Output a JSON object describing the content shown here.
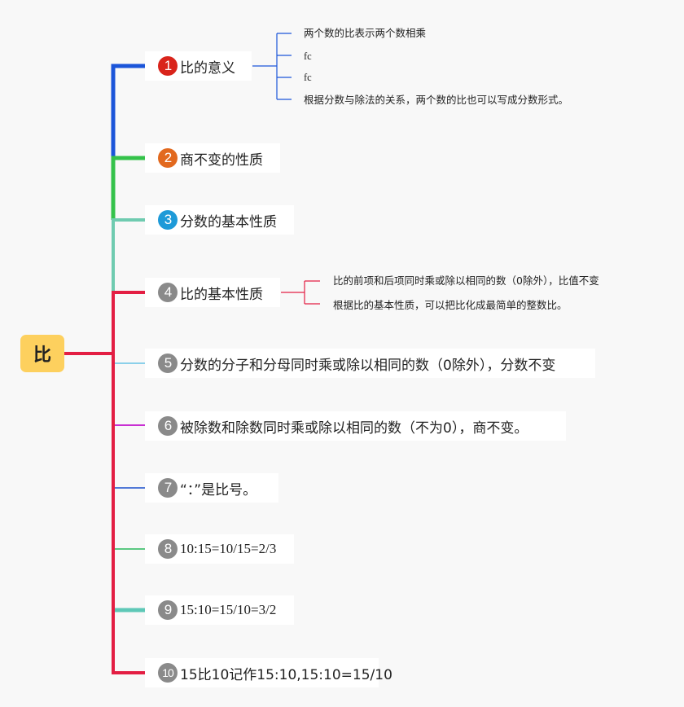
{
  "root": {
    "label": "比"
  },
  "colors": {
    "badge_1": "#d9241b",
    "badge_2": "#e2691e",
    "badge_3": "#1e9ad8",
    "badge_default": "#8a8a8a",
    "branch_1": "#1b55d9",
    "branch_2": "#34c24a",
    "branch_3": "#6fcbb0",
    "branch_4": "#e31e43",
    "branch_5": "#67c3e6",
    "branch_6": "#c830d2",
    "branch_7": "#1b4fcc",
    "branch_8": "#5bc882",
    "branch_9": "#5ec8b7",
    "branch_10": "#e31e43"
  },
  "branches": [
    {
      "number": "1",
      "label": "比的意义",
      "children": [
        "两个数的比表示两个数相乘",
        "fc",
        "fc",
        "根据分数与除法的关系，两个数的比也可以写成分数形式。"
      ]
    },
    {
      "number": "2",
      "label": "商不变的性质",
      "children": []
    },
    {
      "number": "3",
      "label": "分数的基本性质",
      "children": []
    },
    {
      "number": "4",
      "label": "比的基本性质",
      "children": [
        "比的前项和后项同时乘或除以相同的数（0除外），比值不变",
        "根据比的基本性质，可以把比化成最简单的整数比。"
      ]
    },
    {
      "number": "5",
      "label": "分数的分子和分母同时乘或除以相同的数（0除外），分数不变",
      "children": []
    },
    {
      "number": "6",
      "label": "被除数和除数同时乘或除以相同的数（不为0），商不变。",
      "children": []
    },
    {
      "number": "7",
      "label": "“：”是比号。",
      "children": []
    },
    {
      "number": "8",
      "label": "10:15=10/15=2/3",
      "children": []
    },
    {
      "number": "9",
      "label": "15:10=15/10=3/2",
      "children": []
    },
    {
      "number": "10",
      "label": "15比10记作15:10,15:10=15/10",
      "children": []
    }
  ]
}
